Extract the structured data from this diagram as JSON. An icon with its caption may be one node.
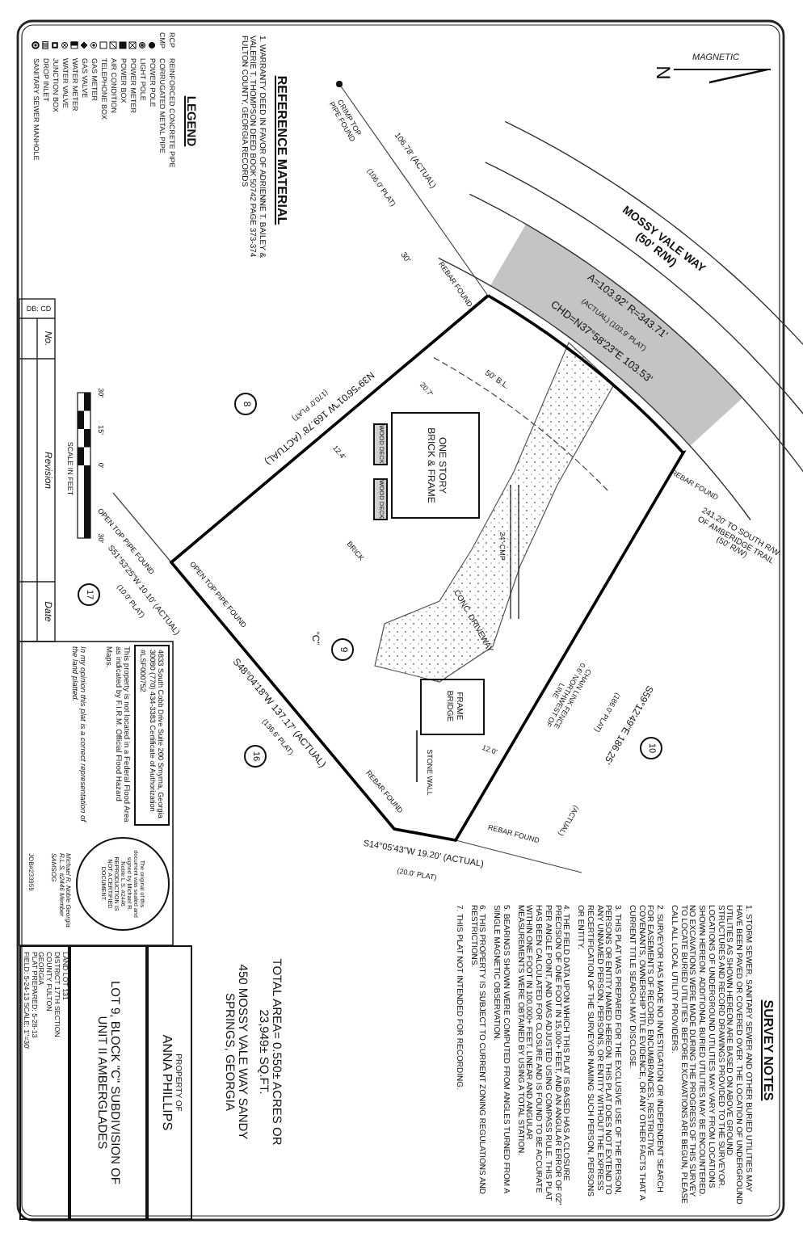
{
  "diagram": {
    "nodes": [
      {
        "text": [
          "ONE STORY BRICK & FRAME"
        ]
      },
      {
        "text": [
          "WOOD DECK"
        ]
      },
      {
        "text": [
          "WOOD DECK"
        ]
      },
      {
        "text": [
          "FRAME BRIDGE"
        ]
      },
      {
        "text": [
          "8"
        ]
      },
      {
        "text": [
          "9"
        ],
        "beside": [
          "“C”"
        ]
      },
      {
        "text": [
          "10"
        ]
      },
      {
        "text": [
          "16"
        ]
      },
      {
        "text": [
          "17"
        ]
      },
      {
        "text": [
          "The original of this document was sealed and signed by Michael R. Noble L.S. #2446 REPRODUCTION IS NOT A CERTIFIED DOCUMENT."
        ]
      },
      {
        "text": [
          "4833 South Cobb Drive Suite 200 Smyrna, Georgia 30080 (770) 434-3383 Certificate of Authorization #LSF000752"
        ]
      },
      {
        "text": [
          "PROPERTY OF",
          "ANNA PHILLIPS"
        ]
      },
      {
        "text": [
          "LOT 9, BLOCK \"C\" SUBDIVISION OF UNIT II AMBERGLADES"
        ]
      },
      {
        "text": [
          "LAND LOT 131",
          "DISTRICT 17TH SECTION",
          "COUNTY FULTON",
          "GEORGIA",
          "PLAT PREPARED: 5-28-13",
          "FIELD: 5-24-13 SCALE: 1\"=30'"
        ]
      }
    ],
    "labels": [
      "MAGNETIC",
      "N",
      "REFERENCE MATERIAL",
      "1. WARRANTY DEED IN FAVOR OF ADRIENNE T. BAILEY & VALERIE T. THOMPSON DEED BOOK 50742 PAGE 373-374 FULTON COUNTY, GEORGIA RECORDS",
      "LEGEND",
      "RCP",
      "CMP",
      "CRIMP TOP PIPE FOUND",
      "106.78' (ACTUAL)",
      "(106.0' PLAT)",
      "30'",
      "50' B.L.",
      "N39°56'01\"W 169.78' (ACTUAL)",
      "(170.0' PLAT)",
      "S51°53'25\"W 10.10' (ACTUAL)",
      "(10.0' PLAT)",
      "OPEN TOP PIPE FOUND",
      "OPEN TOP PIPE FOUND",
      "S48°04'18\"W 137.17' (ACTUAL)",
      "(136.6' PLAT)",
      "REBAR FOUND",
      "S14°05'43\"W 19.20' (ACTUAL)",
      "(20.0' PLAT)",
      "REBAR FOUND",
      "S59°12'49\"E 186.25'",
      "(ACTUAL)",
      "(186.0' PLAT)",
      "CHAIN LINK FENCE 0.6' NORTHWEST OF LINE",
      "A=103.92' R=343.71'",
      "(ACTUAL) (103.9' PLAT)",
      "CHD=N37°58'23\"E 103.53'",
      "MOSSY VALE WAY (50' R/W)",
      "REBAR FOUND",
      "REBAR FOUND",
      "241.20' TO SOUTH R/W OF AMBERIDGE TRAIL (50' R/W)",
      "24\" CMP",
      "CONC. DRIVEWAY",
      "12.0'",
      "STONE WALL",
      "20.7'",
      "12.4'",
      "BRICK",
      "SCALE IN FEET",
      "30'",
      "15'",
      "0'",
      "30'",
      "DB: CD",
      "No.",
      "Revision",
      "Date",
      "This property is not located in a Federal Flood Area as indicated by F.I.R.M. Official Flood Hazard Maps.",
      "In my opinion this plat is a correct representation of the land platted.",
      "Michael R. Noble Georgia R.L.S. #2446 Member SAMSOG",
      "JOB#233959",
      "TOTAL AREA= 0.550± ACRES OR 23,949± SQ.FT.",
      "450 MOSSY VALE WAY SANDY SPRINGS, GEORGIA",
      "SURVEY NOTES",
      "1. STORM SEWER, SANITARY SEWER AND OTHER BURIED UTILITIES MAY HAVE BEEN PAVED OR COVERED OVER. THE LOCATION OF UNDERGROUND UTILITIES AS SHOWN HEREON ARE BASED ON ABOVE GROUND STRUCTURES AND RECORD DRAWINGS PROVIDED TO THE SURVEYOR. LOCATIONS OF UNDERGROUND UTILITIES MAY VARY FROM LOCATIONS SHOWN HEREON. ADDITIONAL BURIED UTILITIES MAY BE ENCOUNTERED. NO EXCAVATIONS WERE MADE DURING THE PROGRESS OF THIS SURVEY TO LOCATE BURIED UTILITIES. BEFORE EXCAVATIONS ARE BEGUN, PLEASE CALL ALL LOCAL UTILITY PROVIDERS.",
      "2. SURVEYOR HAS MADE NO INVESTIGATION OR INDEPENDENT SEARCH FOR EASEMENTS OF RECORD, ENCUMBRANCES, RESTRICTIVE COVENANTS, OWNERSHIP TITLE EVIDENCE, OR ANY OTHER FACTS THAT A CURRENT TITLE SEARCH MAY DISCLOSE.",
      "3. THIS PLAT WAS PREPARED FOR THE EXCLUSIVE USE OF THE PERSON, PERSONS OR ENTITY NAMED HEREON. THIS PLAT DOES NOT EXTEND TO ANY UNNAMED PERSON, PERSONS, OR ENTITY WITHOUT THE EXPRESS RECERTIFICATION OF THE SURVEYOR NAMING SUCH PERSON, PERSONS OR ENTITY.",
      "4. THE FIELD DATA UPON WHICH THIS PLAT IS BASED HAS A CLOSURE PRECISION OF ONE FOOT IN 15,000+ FEET, AND AN ANGULAR ERROR OF 02\" PER ANGLE POINT, AND WAS ADJUSTED USING COMPASS RULE. THIS PLAT HAS BEEN CALCULATED FOR CLOSURE AND IS FOUND TO BE ACCURATE WITHIN ONE FOOT IN 100,000+ FEET. LINEAR AND ANGULAR MEASUREMENTS WERE OBTAINED BY USING A TOTAL STATION.",
      "5. BEARINGS SHOWN WERE COMPUTED FROM ANGLES TURNED FROM A SINGLE MAGNETIC OBSERVATION.",
      "6. THIS PROPERTY IS SUBJECT TO CURRENT ZONING REGULATIONS AND RESTRICTIONS.",
      "7. THIS PLAT NOT INTENDED FOR RECORDING."
    ],
    "legend": [
      {
        "text": "REINFORCED CONCRETE PIPE"
      },
      {
        "text": "CORRUGATED METAL PIPE"
      },
      {
        "text": "POWER POLE"
      },
      {
        "text": "LIGHT POLE"
      },
      {
        "text": "POWER METER"
      },
      {
        "text": "POWER BOX"
      },
      {
        "text": "AIR CONDITION"
      },
      {
        "text": "TELEPHONE BOX"
      },
      {
        "text": "GAS METER"
      },
      {
        "text": "GAS VALVE"
      },
      {
        "text": "WATER METER"
      },
      {
        "text": "WATER VALVE"
      },
      {
        "text": "JUNCTION BOX"
      },
      {
        "text": "DROP INLET"
      },
      {
        "text": "SANITARY SEWER MANHOLE"
      }
    ]
  }
}
